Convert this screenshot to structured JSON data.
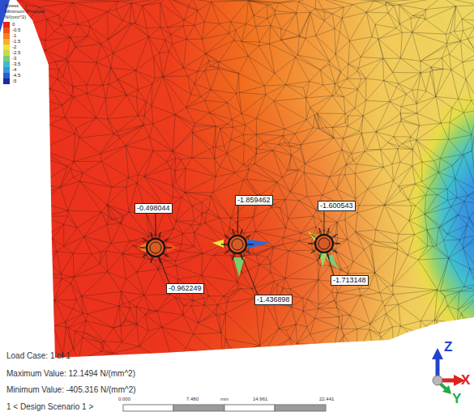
{
  "diagram": {
    "nodes": [
      {
        "text": [
          "-0.498044"
        ]
      },
      {
        "text": [
          "-1.859462"
        ]
      },
      {
        "text": [
          "-1.600543"
        ]
      },
      {
        "text": [
          "-0.962249"
        ]
      },
      {
        "text": [
          "-1.436898"
        ]
      },
      {
        "text": [
          "-1.713148"
        ]
      }
    ],
    "labels": [
      "Stress",
      "Minimum Principal",
      "N/(mm^2)",
      "Load Case: 1 of 1",
      "Maximum Value: 12.1494 N/(mm^2)",
      "Minimum Value: -405.316 N/(mm^2)",
      "1 < Design Scenario 1 >",
      "0.000",
      "7.480",
      "mm",
      "14.961",
      "22.441",
      "Z",
      "X",
      "Y"
    ],
    "legend": [
      {
        "text": "0",
        "color": "#e8221c"
      },
      {
        "text": "-0.5",
        "color": "#f0501c"
      },
      {
        "text": "-1",
        "color": "#f4801e"
      },
      {
        "text": "-1.5",
        "color": "#f7ae2e"
      },
      {
        "text": "-2",
        "color": "#f3e23a"
      },
      {
        "text": "-2.5",
        "color": "#c4dc4c"
      },
      {
        "text": "-3",
        "color": "#78cc78"
      },
      {
        "text": "-3.5",
        "color": "#3cbccc"
      },
      {
        "text": "-4",
        "color": "#3896e0"
      },
      {
        "text": "-4.5",
        "color": "#2a5cd0"
      },
      {
        "text": "-5",
        "color": "#1a2a9c"
      }
    ]
  }
}
